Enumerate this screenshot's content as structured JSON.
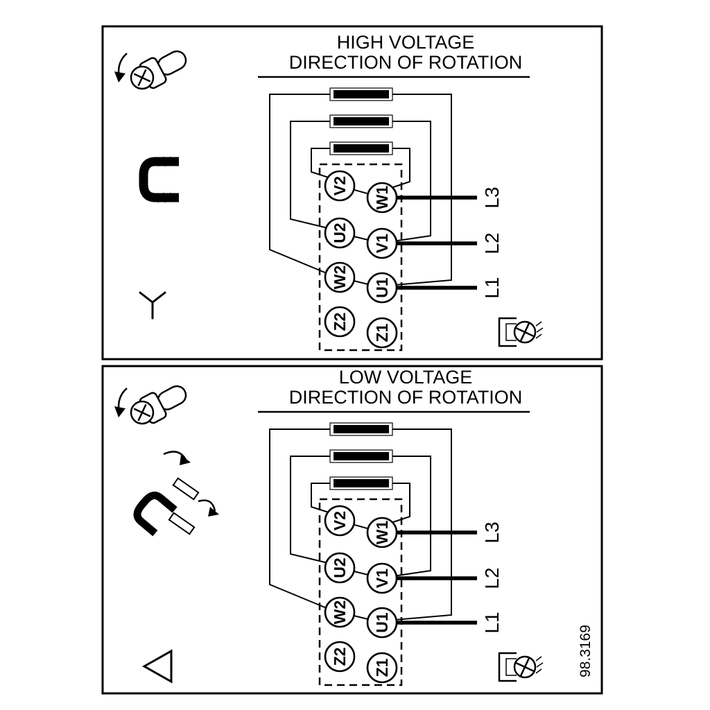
{
  "figure": {
    "number": "98.3169"
  },
  "colors": {
    "ink": "#000000",
    "paper": "#ffffff"
  },
  "panels": [
    {
      "name": "high-voltage",
      "title_line1": "HIGH VOLTAGE",
      "title_line2": "DIRECTION OF ROTATION",
      "connection": "star",
      "icons": [
        "screw-rotation-icon",
        "jumper-bridge-icon",
        "star-symbol",
        "ground-screw-icon"
      ],
      "terminals": {
        "left": [
          "V2",
          "U2",
          "W2",
          "Z2"
        ],
        "right": [
          "W1",
          "V1",
          "U1",
          "Z1"
        ]
      },
      "supply_lines": [
        "L3",
        "L2",
        "L1"
      ]
    },
    {
      "name": "low-voltage",
      "title_line1": "LOW VOLTAGE",
      "title_line2": "DIRECTION OF ROTATION",
      "connection": "delta",
      "icons": [
        "screw-rotation-icon",
        "jumper-links-spread-icon",
        "delta-symbol",
        "ground-screw-icon"
      ],
      "terminals": {
        "left": [
          "V2",
          "U2",
          "W2",
          "Z2"
        ],
        "right": [
          "W1",
          "V1",
          "U1",
          "Z1"
        ]
      },
      "supply_lines": [
        "L3",
        "L2",
        "L1"
      ]
    }
  ]
}
